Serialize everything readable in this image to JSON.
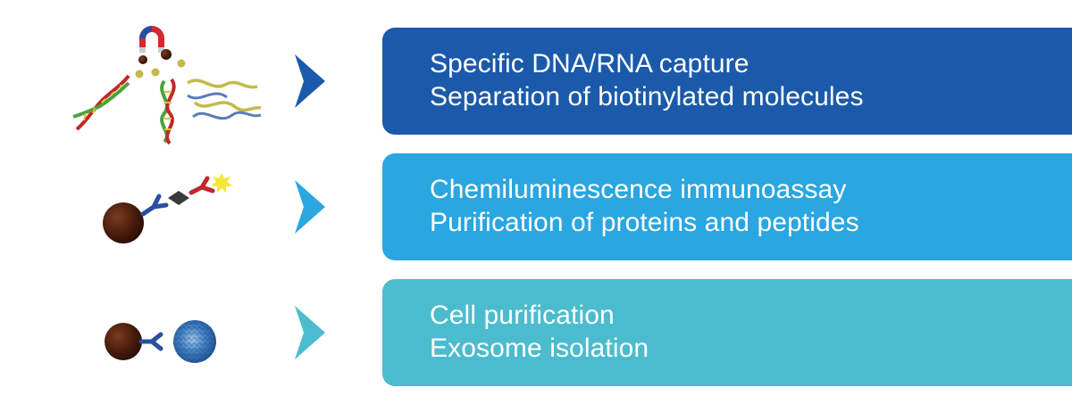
{
  "rows": [
    {
      "lines": [
        "Specific DNA/RNA capture",
        "Separation of biotinylated molecules"
      ],
      "panel_color": "#1b5aaa",
      "arrow_color": "#1b5aaa",
      "icon": "dna-magnet-icon"
    },
    {
      "lines": [
        "Chemiluminescence immunoassay",
        "Purification of proteins and peptides"
      ],
      "panel_color": "#2aa6e0",
      "arrow_color": "#2aa6e0",
      "icon": "bead-antibody-immunoassay-icon"
    },
    {
      "lines": [
        "Cell purification",
        "Exosome isolation"
      ],
      "panel_color": "#4bbcce",
      "arrow_color": "#4bbcce",
      "icon": "bead-antibody-cell-icon"
    }
  ]
}
